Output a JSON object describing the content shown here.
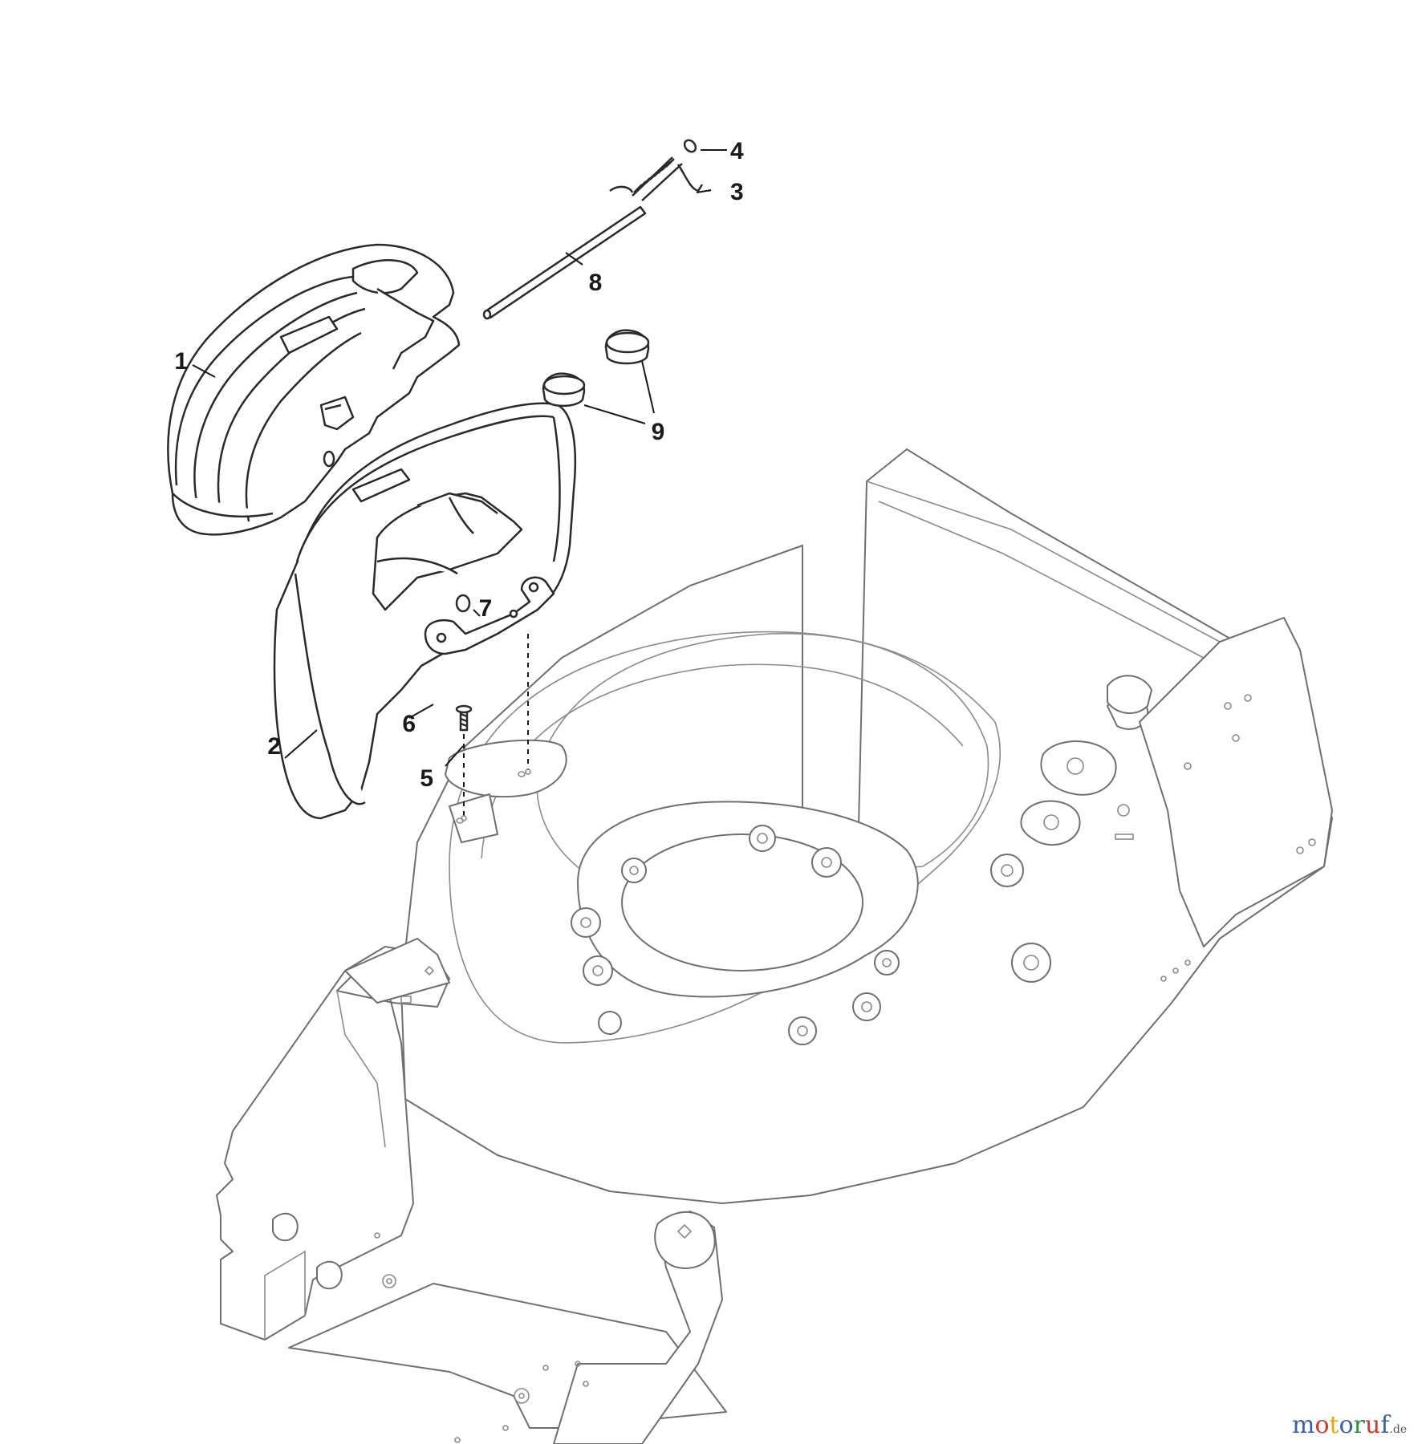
{
  "callouts": [
    {
      "label": "1"
    },
    {
      "label": "2"
    },
    {
      "label": "3"
    },
    {
      "label": "4"
    },
    {
      "label": "5"
    },
    {
      "label": "6"
    },
    {
      "label": "7"
    },
    {
      "label": "8"
    },
    {
      "label": "9"
    }
  ],
  "watermark": {
    "logo": "motoruf",
    "suffix": ".de",
    "letter_colors": [
      "#3a5fa8",
      "#d2382f",
      "#e8a317",
      "#3a5fa8",
      "#2f8f3d",
      "#d2382f",
      "#3a5fa8"
    ]
  }
}
